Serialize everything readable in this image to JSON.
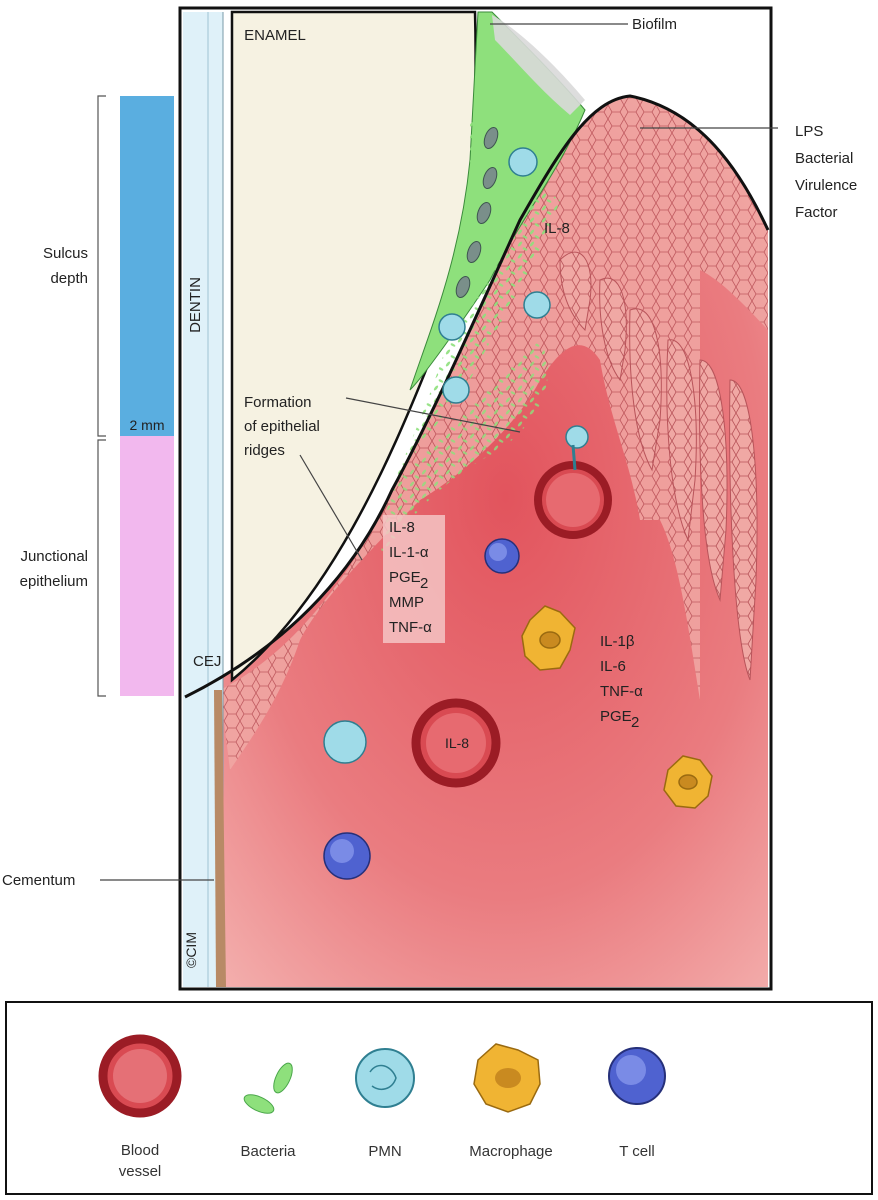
{
  "labels": {
    "enamel": "ENAMEL",
    "dentin": "DENTIN",
    "biofilm": "Biofilm",
    "lps": [
      "LPS",
      "Bacterial",
      "Virulence",
      "Factor"
    ],
    "sulcus_depth": [
      "Sulcus",
      "depth"
    ],
    "junctional_epithelium": [
      "Junctional",
      "epithelium"
    ],
    "scale": "2 mm",
    "epithelial_ridges": [
      "Formation",
      "of epithelial",
      "ridges"
    ],
    "cej": "CEJ",
    "cementum": "Cementum",
    "il8_top": "IL-8",
    "il8_vessel": "IL-8",
    "cytokines_epithelium": [
      "IL-8",
      "IL-1-α",
      "PGE",
      "MMP",
      "TNF-α"
    ],
    "cytokines_connective": [
      "IL-1β",
      "IL-6",
      "TNF-α",
      "PGE"
    ],
    "subscript_2": "2",
    "credit": "©CIM"
  },
  "legend": {
    "blood_vessel": [
      "Blood",
      "vessel"
    ],
    "bacteria": "Bacteria",
    "pmn": "PMN",
    "macrophage": "Macrophage",
    "t_cell": "T cell"
  },
  "colors": {
    "tissue": "#e4575f",
    "tissue_light": "#f3a3a3",
    "enamel": "#f6f2e2",
    "dentin": "#dff1f9",
    "biofilm": "#7fe07a",
    "sulcus_bar": "#5aaee0",
    "junctional_bar": "#f2b8ee",
    "vessel": "#b8232c",
    "pmn": "#9fdbe8",
    "macrophage": "#f0b433",
    "t_cell": "#4f62d0",
    "cementum": "#b88a66"
  }
}
